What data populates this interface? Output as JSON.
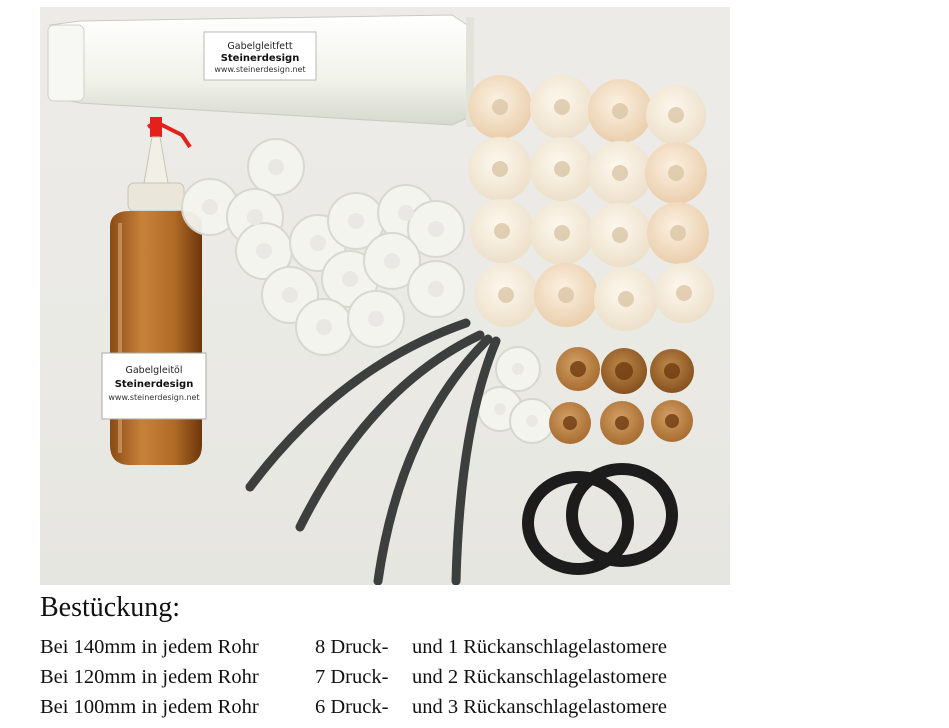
{
  "photo": {
    "tube_label": {
      "line1": "Gabelgleitfett",
      "line2": "Steinerdesign",
      "line3": "www.steinerdesign.net"
    },
    "bottle_label": {
      "line1": "Gabelgleitöl",
      "line2": "Steinerdesign",
      "line3": "www.steinerdesign.net"
    }
  },
  "heading": "Bestückung:",
  "rows": [
    {
      "length": "Bei 140mm in jedem Rohr",
      "druck": "8 Druck-",
      "rueck": "und 1 Rückanschlagelastomere"
    },
    {
      "length": "Bei 120mm in jedem Rohr",
      "druck": "7 Druck-",
      "rueck": "und 2 Rückanschlagelastomere"
    },
    {
      "length": "Bei 100mm in jedem Rohr",
      "druck": "6 Druck-",
      "rueck": "und 3 Rückanschlagelastomere"
    }
  ]
}
